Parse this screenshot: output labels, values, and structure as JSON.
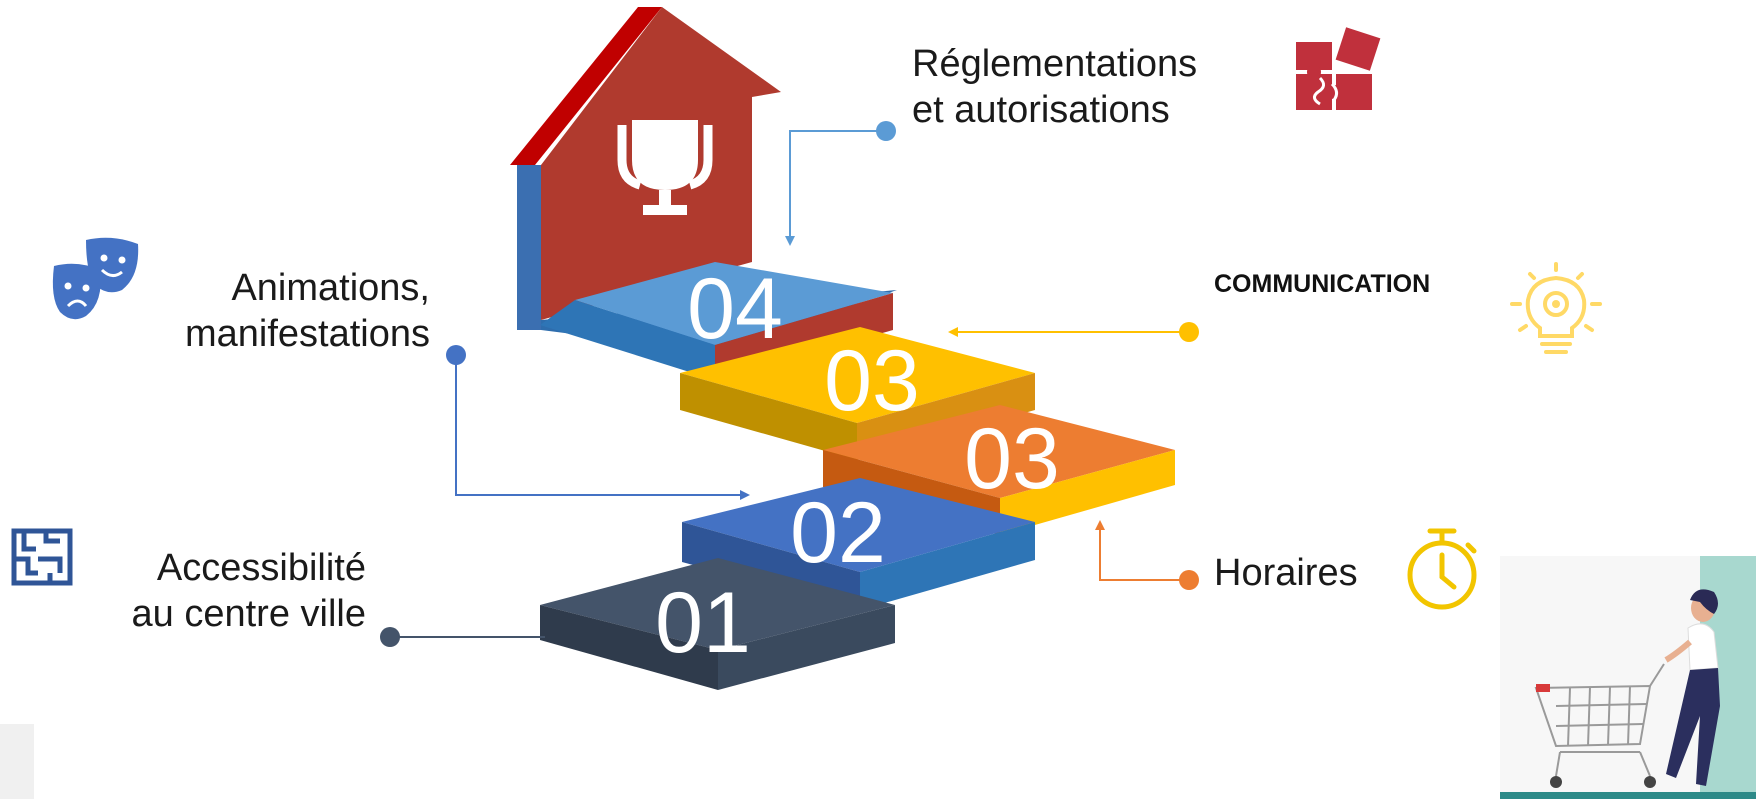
{
  "steps": [
    {
      "number": "01",
      "label_lines": [
        "Accessibilité",
        "au centre ville"
      ],
      "color": "#44546a",
      "icon": "maze-icon"
    },
    {
      "number": "02",
      "label_lines": [
        "Animations,",
        "manifestations"
      ],
      "color": "#4472c4",
      "icon": "theater-masks-icon"
    },
    {
      "number": "03",
      "label": "Horaires",
      "color": "#ed7d31",
      "icon": "stopwatch-icon"
    },
    {
      "number": "03",
      "label": "COMMUNICATION",
      "color": "#ffc000",
      "icon": "lightbulb-gear-icon"
    },
    {
      "number": "04",
      "label_lines": [
        "Réglementations",
        "et autorisations"
      ],
      "color": "#5b9bd5",
      "icon": "puzzle-icon"
    }
  ],
  "top_arrow": {
    "color": "#c0392b",
    "icon": "trophy-icon"
  },
  "photo": {
    "icon": "shopping-cart-woman-illustration"
  }
}
